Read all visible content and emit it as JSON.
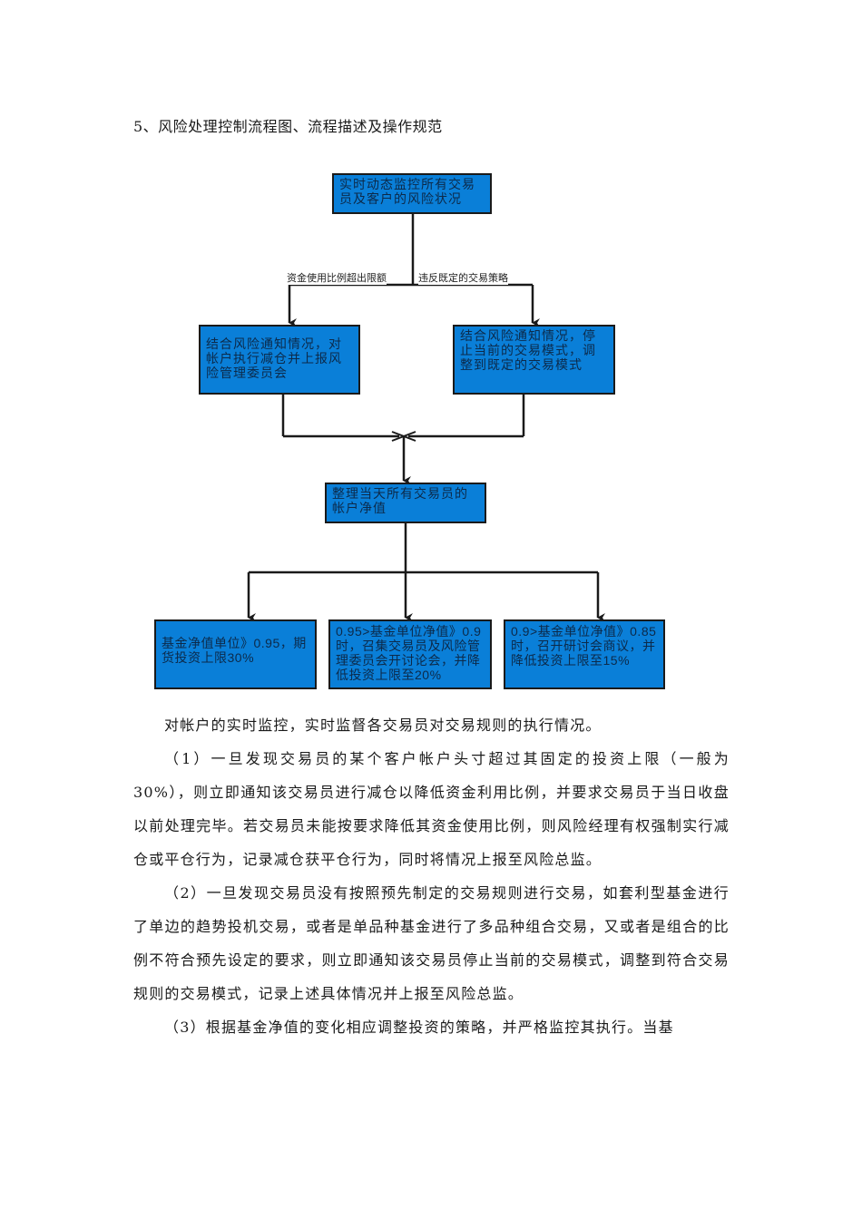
{
  "heading": "5、风险处理控制流程图、流程描述及操作规范",
  "flowchart": {
    "top": "实时动态监控所有交易员及客户的风险状况",
    "label_left": "资金使用比例超出限额",
    "label_right": "违反既定的交易策略",
    "mid_left": "结合风险通知情况，对帐户执行减仓并上报风险管理委员会",
    "mid_right": "结合风险通知情况，停止当前的交易模式，调整到既定的交易模式",
    "center": "整理当天所有交易员的帐户净值",
    "bottom_left": "基金净值单位》0.95，期货投资上限30%",
    "bottom_mid": "0.95>基金单位净值》0.9时，召集交易员及风险管理委员会开讨论会，并降低投资上限至20%",
    "bottom_right": "0.9>基金单位净值》0.85时，召开研讨会商议，并降低投资上限至15%"
  },
  "paragraphs": [
    "对帐户的实时监控，实时监督各交易员对交易规则的执行情况。",
    "（1）一旦发现交易员的某个客户帐户头寸超过其固定的投资上限（一般为30%），则立即通知该交易员进行减仓以降低资金利用比例，并要求交易员于当日收盘以前处理完毕。若交易员未能按要求降低其资金使用比例，则风险经理有权强制实行减仓或平仓行为，记录减仓获平仓行为，同时将情况上报至风险总监。",
    "（2）一旦发现交易员没有按照预先制定的交易规则进行交易，如套利型基金进行了单边的趋势投机交易，或者是单品种基金进行了多品种组合交易，又或者是组合的比例不符合预先设定的要求，则立即通知该交易员停止当前的交易模式，调整到符合交易规则的交易模式，记录上述具体情况并上报至风险总监。",
    "（3）根据基金净值的变化相应调整投资的策略，并严格监控其执行。当基"
  ]
}
